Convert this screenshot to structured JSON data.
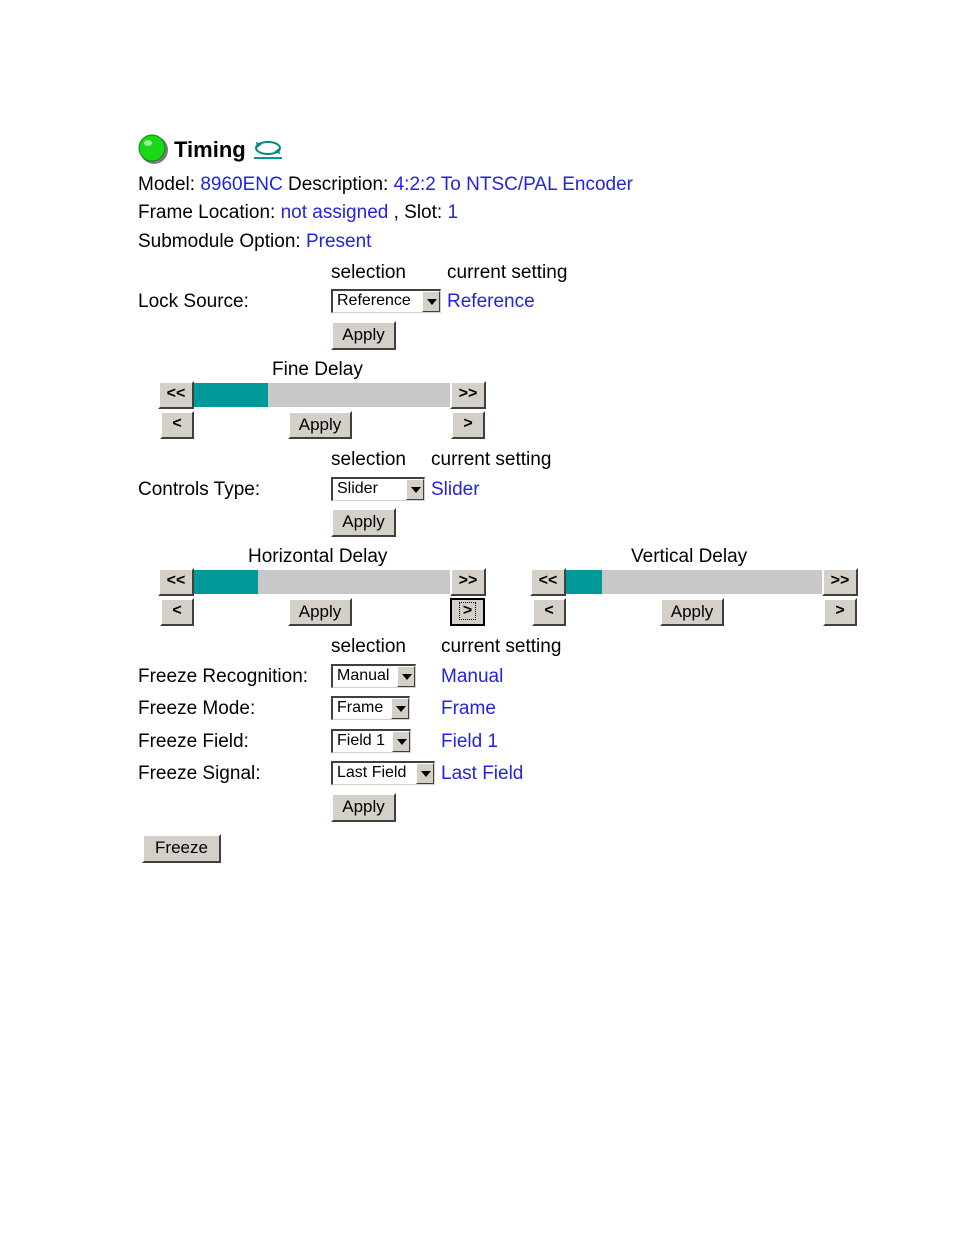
{
  "header": {
    "title": "Timing",
    "status_icon": "green-status-led-icon",
    "refresh_icon": "refresh-icon",
    "status_color": "#18d818"
  },
  "info": {
    "model_label": "Model:",
    "model_value": "8960ENC",
    "description_label": "Description:",
    "description_value": "4:2:2 To NTSC/PAL Encoder",
    "frame_location_label": "Frame Location:",
    "frame_location_value": "not assigned",
    "slot_label": ", Slot:",
    "slot_value": "1",
    "submodule_label": "Submodule Option:",
    "submodule_value": "Present"
  },
  "columns": {
    "selection": "selection",
    "current_setting": "current setting"
  },
  "lock_source": {
    "label": "Lock Source:",
    "selected": "Reference",
    "current": "Reference",
    "apply": "Apply"
  },
  "fine_delay": {
    "label": "Fine Delay",
    "level_percent": 29,
    "fast_back": "<<",
    "fast_fwd": ">>",
    "back": "<",
    "fwd": ">",
    "apply": "Apply"
  },
  "controls_type": {
    "label": "Controls Type:",
    "selected": "Slider",
    "current": "Slider",
    "apply": "Apply"
  },
  "horizontal_delay": {
    "label": "Horizontal Delay",
    "level_percent": 25,
    "fast_back": "<<",
    "fast_fwd": ">>",
    "back": "<",
    "fwd": ">",
    "apply": "Apply"
  },
  "vertical_delay": {
    "label": "Vertical Delay",
    "level_percent": 14,
    "fast_back": "<<",
    "fast_fwd": ">>",
    "back": "<",
    "fwd": ">",
    "apply": "Apply"
  },
  "freeze": {
    "recognition": {
      "label": "Freeze Recognition:",
      "selected": "Manual",
      "current": "Manual"
    },
    "mode": {
      "label": "Freeze Mode:",
      "selected": "Frame",
      "current": "Frame"
    },
    "field": {
      "label": "Freeze Field:",
      "selected": "Field 1",
      "current": "Field 1"
    },
    "signal": {
      "label": "Freeze Signal:",
      "selected": "Last Field",
      "current": "Last Field"
    },
    "apply": "Apply",
    "freeze_button": "Freeze"
  },
  "colors": {
    "slider_fill": "#009999",
    "slider_track": "#c8c8c8",
    "link_blue": "#2323e0",
    "button_face": "#d4d0c8"
  }
}
